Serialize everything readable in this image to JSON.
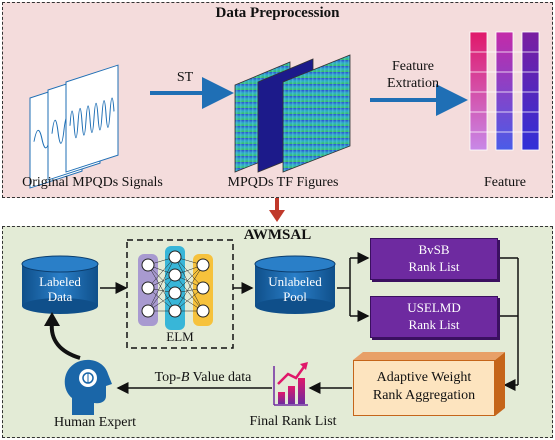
{
  "preprocess": {
    "title": "Data Preprocession",
    "signals_label": "Original MPQDs Signals",
    "st_label": "ST",
    "tf_label": "MPQDs TF Figures",
    "feature_extraction_label_1": "Feature",
    "feature_extraction_label_2": "Extration",
    "feature_label": "Feature"
  },
  "awmsal": {
    "title": "AWMSAL",
    "labeled_line1": "Labeled",
    "labeled_line2": "Data",
    "elm_label": "ELM",
    "unlabeled_line1": "Unlabeled",
    "unlabeled_line2": "Pool",
    "bvsb_line1": "BvSB",
    "bvsb_line2": "Rank List",
    "uselmd_line1": "USELMD",
    "uselmd_line2": "Rank List",
    "agg_line1": "Adaptive Weight",
    "agg_line2": "Rank Aggregation",
    "final_label": "Final Rank List",
    "topb_prefix": "Top-",
    "topb_italic": "B",
    "topb_suffix": " Value data",
    "expert_label": "Human Expert"
  },
  "colors": {
    "arrow_blue": "#1f6fb5",
    "panel_top": "#f4dcdc",
    "panel_bottom": "#e3ebd6",
    "db_blue": "#1a66a8",
    "purple": "#6e2aa0",
    "orange_border": "#c5651a",
    "connector_red": "#c0392b"
  }
}
